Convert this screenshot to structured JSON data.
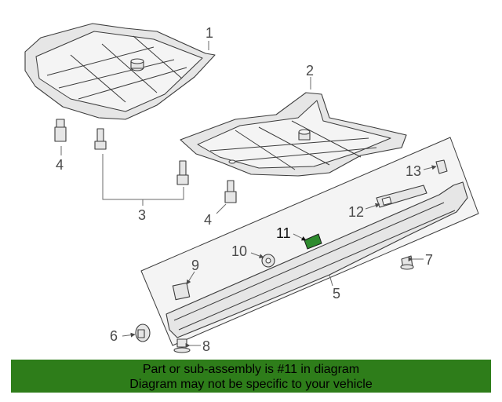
{
  "callouts": {
    "c1": "1",
    "c2": "2",
    "c3": "3",
    "c4a": "4",
    "c4b": "4",
    "c5": "5",
    "c6": "6",
    "c7": "7",
    "c8": "8",
    "c9": "9",
    "c10": "10",
    "c11": "11",
    "c12": "12",
    "c13": "13"
  },
  "highlight": {
    "part_number": "11",
    "color": "#2e8b2e"
  },
  "footer": {
    "line1": "Part or sub-assembly is #11 in diagram",
    "line2": "Diagram may not be specific to your vehicle",
    "background": "#2e7d1a"
  }
}
